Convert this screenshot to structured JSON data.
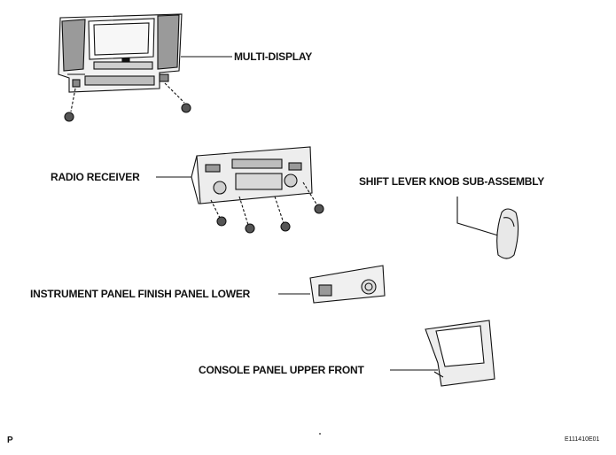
{
  "labels": {
    "multi_display": "MULTI-DISPLAY",
    "radio_receiver": "RADIO RECEIVER",
    "shift_lever_knob": "SHIFT LEVER KNOB SUB-ASSEMBLY",
    "instrument_panel_finish_lower": "INSTRUMENT PANEL FINISH PANEL LOWER",
    "console_panel_upper_front": "CONSOLE PANEL UPPER FRONT"
  },
  "corner_letter": "P",
  "figure_code": "E111410E01"
}
